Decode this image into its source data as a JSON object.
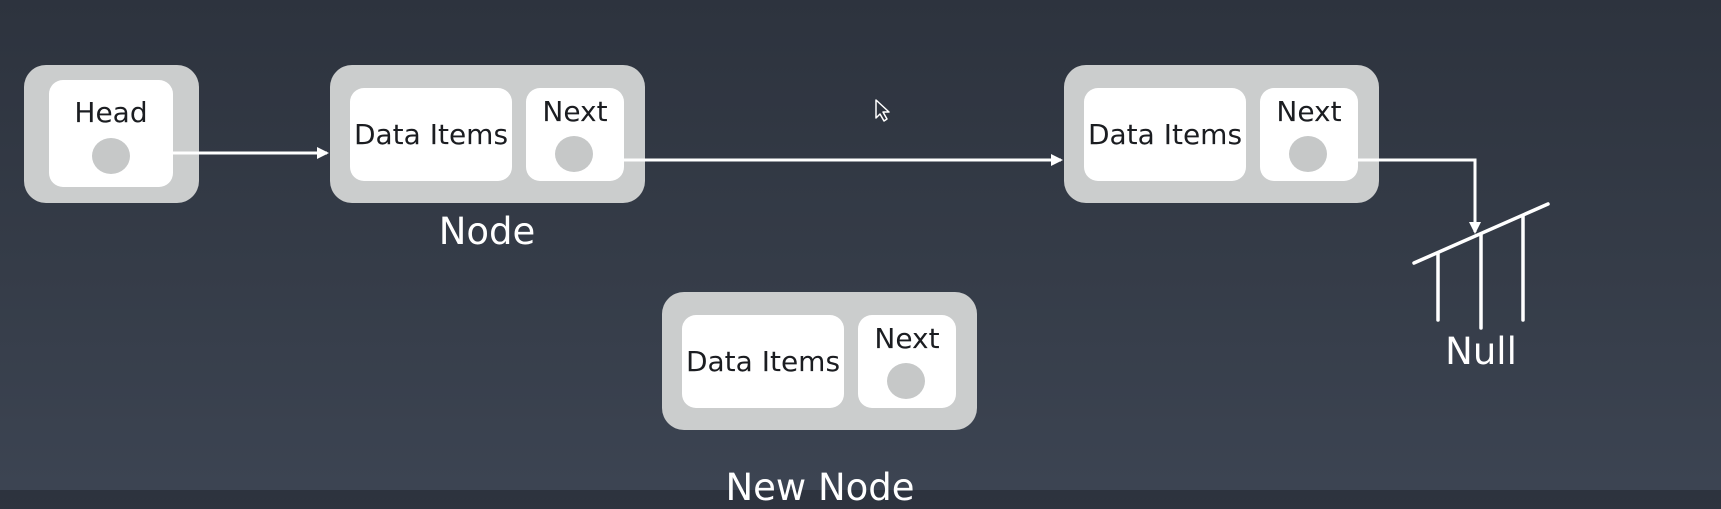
{
  "head": {
    "label": "Head"
  },
  "node": {
    "data_label": "Data Items",
    "next_label": "Next",
    "caption": "Node"
  },
  "second_node": {
    "data_label": "Data Items",
    "next_label": "Next"
  },
  "new_node": {
    "data_label": "Data Items",
    "next_label": "Next",
    "caption": "New Node"
  },
  "null_label": "Null",
  "colors": {
    "background": "#323946",
    "box_outer": "#cbcdcd",
    "box_inner": "#ffffff",
    "pointer_dot": "#c6c8c8",
    "arrow": "#ffffff"
  }
}
